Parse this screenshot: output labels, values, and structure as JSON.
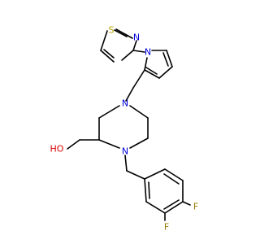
{
  "molecule": {
    "atoms": {
      "s_thiazole": {
        "symbol": "S",
        "color": "#b8a000"
      },
      "n_thiazole": {
        "symbol": "N",
        "color": "#0000dd"
      },
      "n_pyrrole": {
        "symbol": "N",
        "color": "#0000dd"
      },
      "n_piperazine_top": {
        "symbol": "N",
        "color": "#0000dd"
      },
      "n_piperazine_bottom": {
        "symbol": "N",
        "color": "#0000dd"
      },
      "oh": {
        "symbol": "HO",
        "color": "#dd0000"
      },
      "f_upper": {
        "symbol": "F",
        "color": "#9a7a00"
      },
      "f_lower": {
        "symbol": "F",
        "color": "#9a7a00"
      }
    },
    "bond_color": "#000000"
  }
}
